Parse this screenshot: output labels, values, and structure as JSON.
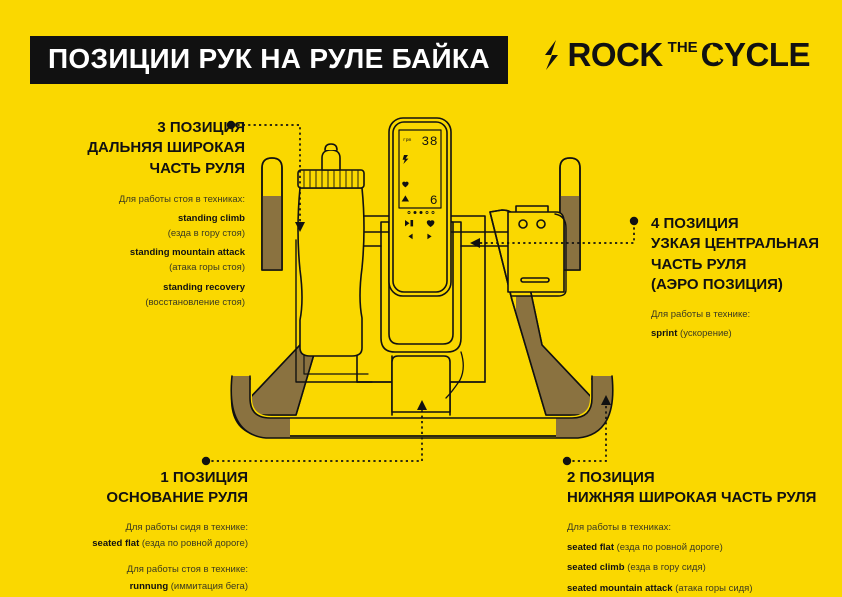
{
  "header": {
    "title": "ПОЗИЦИИ РУК НА РУЛЕ БАЙКА",
    "logo": {
      "word1": "ROCK",
      "the": "THE",
      "word2": "CYCLE"
    }
  },
  "colors": {
    "background": "#FAD800",
    "ink": "#111111",
    "grip": "#8A7240",
    "muted": "#3B3A20",
    "title_text": "#FFFFFF"
  },
  "positions": [
    {
      "id": "position-3",
      "heading": "3 ПОЗИЦИЯ\nДАЛЬНЯЯ ШИРОКАЯ\nЧАСТЬ РУЛЯ",
      "heading_lines": [
        "3 ПОЗИЦИЯ",
        "ДАЛЬНЯЯ ШИРОКАЯ",
        "ЧАСТЬ РУЛЯ"
      ],
      "lead": "Для работы стоя в техниках:",
      "items": [
        {
          "term": "standing climb",
          "gloss": "(езда в гору стоя)"
        },
        {
          "term": "standing mountain attack",
          "gloss": "(атака горы стоя)"
        },
        {
          "term": "standing recovery",
          "gloss": "(восстановление стоя)"
        }
      ]
    },
    {
      "id": "position-4",
      "heading_lines": [
        "4 ПОЗИЦИЯ",
        "УЗКАЯ ЦЕНТРАЛЬНАЯ",
        "ЧАСТЬ РУЛЯ",
        "(АЭРО ПОЗИЦИЯ)"
      ],
      "lead": "Для работы в технике:",
      "items": [
        {
          "term": "sprint",
          "gloss": "(ускорение)"
        }
      ]
    },
    {
      "id": "position-1",
      "heading_lines": [
        "1 ПОЗИЦИЯ",
        "ОСНОВАНИЕ РУЛЯ"
      ],
      "lead": "Для работы сидя в технике:",
      "items": [
        {
          "term": "seated flat",
          "gloss": "(езда по ровной дороге)"
        }
      ],
      "lead2": "Для работы стоя в технике:",
      "items2": [
        {
          "term": "runnung",
          "gloss": "(иммитация бега)"
        }
      ]
    },
    {
      "id": "position-2",
      "heading_lines": [
        "2 ПОЗИЦИЯ",
        "НИЖНЯЯ ШИРОКАЯ ЧАСТЬ РУЛЯ"
      ],
      "lead": "Для работы в техниках:",
      "items": [
        {
          "term": "seated flat",
          "gloss": "(езда по ровной дороге)"
        },
        {
          "term": "seated climb",
          "gloss": "(езда в гору сидя)"
        },
        {
          "term": "seated mountain attack",
          "gloss": "(атака горы сидя)"
        }
      ]
    }
  ],
  "console": {
    "value_top": "38",
    "value_bottom": "6",
    "unit_label": "rpm",
    "metric_icons": [
      "bolt-icon",
      "heart-icon",
      "mountain-icon"
    ],
    "buttons": [
      "play-pause-button",
      "heart-button",
      "prev-button",
      "next-button"
    ]
  },
  "illustration": {
    "name": "spin-bike-handlebar-front-view",
    "parts": [
      "water-bottle",
      "bottle-cage",
      "display-console",
      "tablet-holder",
      "aero-bars",
      "wide-handlebars",
      "handlebar-base"
    ]
  }
}
